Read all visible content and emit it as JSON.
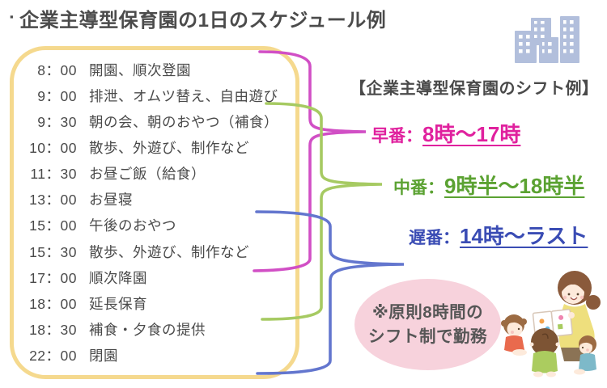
{
  "title": {
    "bullet": "▪",
    "text": "企業主導型保育園の1日のスケジュール例"
  },
  "schedule": {
    "rows": [
      {
        "time": "8：00",
        "activity": "開園、順次登園"
      },
      {
        "time": "9：00",
        "activity": "排泄、オムツ替え、自由遊び"
      },
      {
        "time": "9：30",
        "activity": "朝の会、朝のおやつ（補食）"
      },
      {
        "time": "10：00",
        "activity": "散歩、外遊び、制作など"
      },
      {
        "time": "11：30",
        "activity": "お昼ご飯（給食）"
      },
      {
        "time": "13：00",
        "activity": "お昼寝"
      },
      {
        "time": "15：00",
        "activity": "午後のおやつ"
      },
      {
        "time": "15：30",
        "activity": "散歩、外遊び、制作など"
      },
      {
        "time": "17：00",
        "activity": "順次降園"
      },
      {
        "time": "18：00",
        "activity": "延長保育"
      },
      {
        "time": "18：30",
        "activity": "補食・夕食の提供"
      },
      {
        "time": "22：00",
        "activity": "閉園"
      }
    ]
  },
  "shift_panel": {
    "heading": "【企業主導型保育園のシフト例】",
    "shifts": [
      {
        "name": "早番",
        "label": "早番：",
        "time": "8時〜17時",
        "text_color": "#e0219e",
        "line_color": "#d14fc5"
      },
      {
        "name": "中番",
        "label": "中番：",
        "time": "9時半〜18時半",
        "text_color": "#5ba232",
        "line_color": "#a6ca62"
      },
      {
        "name": "遅番",
        "label": "遅番：",
        "time": "14時〜ラスト",
        "text_color": "#3a4cb4",
        "line_color": "#6376ce"
      }
    ],
    "note": {
      "line1": "※原則8時間の",
      "line2": "シフト制で勤務"
    }
  },
  "icons": {
    "buildings": "office-buildings-icon",
    "illustration": "teacher-reading-to-children-illustration"
  },
  "colors": {
    "schedule_border": "#f5d98e",
    "note_background": "#f7d2dc",
    "body_text": "#4a4a4a",
    "building_icon": "#b2bfdc"
  }
}
